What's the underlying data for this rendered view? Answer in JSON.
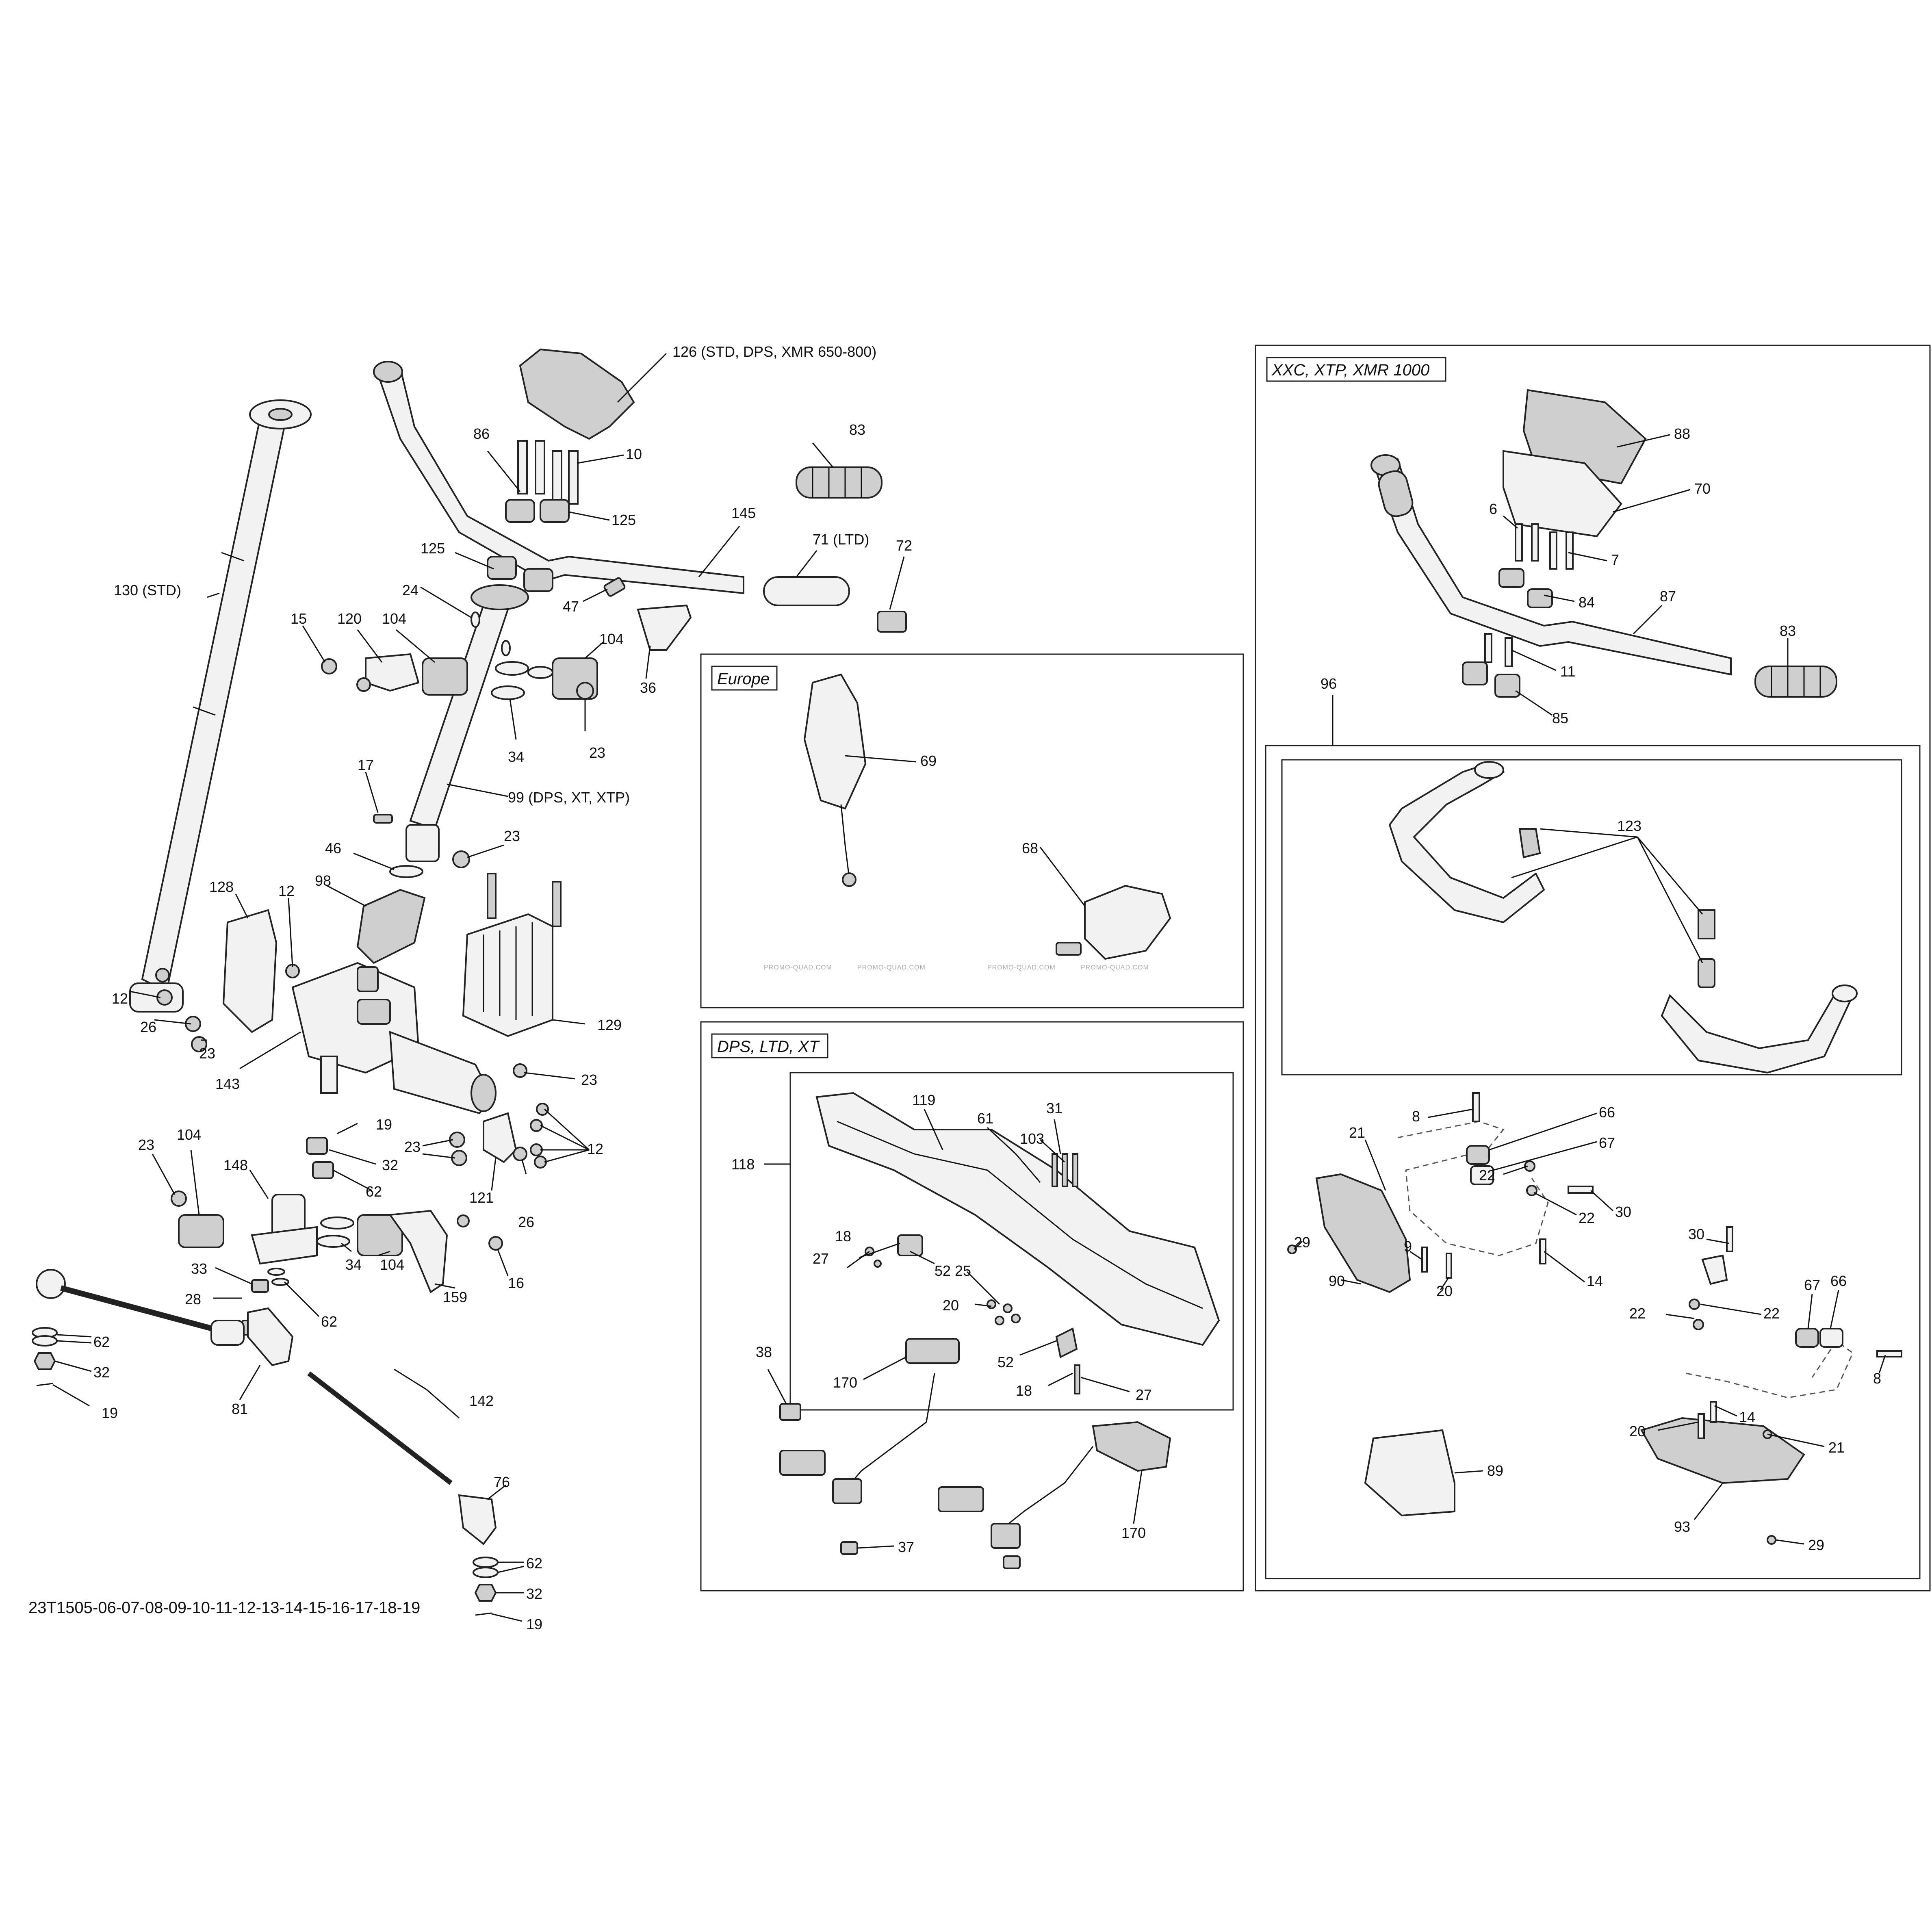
{
  "diagram": {
    "reference_code": "23T1505-06-07-08-09-10-11-12-13-14-15-16-17-18-19",
    "watermark": "PROMO-QUAD.COM",
    "panels": {
      "europe": "Europe",
      "dps_ltd_xt": "DPS, LTD, XT",
      "xxc_xtp_xmr": "XXC, XTP, XMR 1000"
    },
    "callouts": [
      {
        "id": "c126",
        "label": "126 (STD, DPS, XMR 650-800)"
      },
      {
        "id": "c86",
        "label": "86"
      },
      {
        "id": "c10",
        "label": "10"
      },
      {
        "id": "c125a",
        "label": "125"
      },
      {
        "id": "c125b",
        "label": "125"
      },
      {
        "id": "c145",
        "label": "145"
      },
      {
        "id": "c83a",
        "label": "83"
      },
      {
        "id": "c71",
        "label": "71 (LTD)"
      },
      {
        "id": "c72",
        "label": "72"
      },
      {
        "id": "c47",
        "label": "47"
      },
      {
        "id": "c36",
        "label": "36"
      },
      {
        "id": "c130",
        "label": "130 (STD)"
      },
      {
        "id": "c24",
        "label": "24"
      },
      {
        "id": "c15",
        "label": "15"
      },
      {
        "id": "c120",
        "label": "120"
      },
      {
        "id": "c104a",
        "label": "104"
      },
      {
        "id": "c104b",
        "label": "104"
      },
      {
        "id": "c34a",
        "label": "34"
      },
      {
        "id": "c23a",
        "label": "23"
      },
      {
        "id": "c17",
        "label": "17"
      },
      {
        "id": "c99",
        "label": "99 (DPS, XT, XTP)"
      },
      {
        "id": "c46",
        "label": "46"
      },
      {
        "id": "c23b",
        "label": "23"
      },
      {
        "id": "c98",
        "label": "98"
      },
      {
        "id": "c128",
        "label": "128"
      },
      {
        "id": "c12a",
        "label": "12"
      },
      {
        "id": "c12b",
        "label": "12"
      },
      {
        "id": "c26a",
        "label": "26"
      },
      {
        "id": "c23c",
        "label": "23"
      },
      {
        "id": "c143",
        "label": "143"
      },
      {
        "id": "c129",
        "label": "129"
      },
      {
        "id": "c23d",
        "label": "23"
      },
      {
        "id": "c19a",
        "label": "19"
      },
      {
        "id": "c23e",
        "label": "23"
      },
      {
        "id": "c12c",
        "label": "12"
      },
      {
        "id": "c32a",
        "label": "32"
      },
      {
        "id": "c121",
        "label": "121"
      },
      {
        "id": "c26b",
        "label": "26"
      },
      {
        "id": "c23f",
        "label": "23"
      },
      {
        "id": "c104c",
        "label": "104"
      },
      {
        "id": "c148",
        "label": "148"
      },
      {
        "id": "c62a",
        "label": "62"
      },
      {
        "id": "c33",
        "label": "33"
      },
      {
        "id": "c28",
        "label": "28"
      },
      {
        "id": "c34b",
        "label": "34"
      },
      {
        "id": "c104d",
        "label": "104"
      },
      {
        "id": "c16",
        "label": "16"
      },
      {
        "id": "c62b",
        "label": "62"
      },
      {
        "id": "c159",
        "label": "159"
      },
      {
        "id": "c62c",
        "label": "62"
      },
      {
        "id": "c32b",
        "label": "32"
      },
      {
        "id": "c19b",
        "label": "19"
      },
      {
        "id": "c81",
        "label": "81"
      },
      {
        "id": "c142",
        "label": "142"
      },
      {
        "id": "c76",
        "label": "76"
      },
      {
        "id": "c62d",
        "label": "62"
      },
      {
        "id": "c32c",
        "label": "32"
      },
      {
        "id": "c19c",
        "label": "19"
      },
      {
        "id": "c69",
        "label": "69"
      },
      {
        "id": "c68",
        "label": "68"
      },
      {
        "id": "c119",
        "label": "119"
      },
      {
        "id": "c61",
        "label": "61"
      },
      {
        "id": "c31",
        "label": "31"
      },
      {
        "id": "c103",
        "label": "103"
      },
      {
        "id": "c118",
        "label": "118"
      },
      {
        "id": "c18a",
        "label": "18"
      },
      {
        "id": "c27a",
        "label": "27"
      },
      {
        "id": "c52a",
        "label": "52"
      },
      {
        "id": "c25",
        "label": "25"
      },
      {
        "id": "c20a",
        "label": "20"
      },
      {
        "id": "c52b",
        "label": "52"
      },
      {
        "id": "c18b",
        "label": "18"
      },
      {
        "id": "c27b",
        "label": "27"
      },
      {
        "id": "c38",
        "label": "38"
      },
      {
        "id": "c170a",
        "label": "170"
      },
      {
        "id": "c37",
        "label": "37"
      },
      {
        "id": "c170b",
        "label": "170"
      },
      {
        "id": "c88",
        "label": "88"
      },
      {
        "id": "c70",
        "label": "70"
      },
      {
        "id": "c6",
        "label": "6"
      },
      {
        "id": "c7",
        "label": "7"
      },
      {
        "id": "c84",
        "label": "84"
      },
      {
        "id": "c87",
        "label": "87"
      },
      {
        "id": "c11",
        "label": "11"
      },
      {
        "id": "c83b",
        "label": "83"
      },
      {
        "id": "c96",
        "label": "96"
      },
      {
        "id": "c85",
        "label": "85"
      },
      {
        "id": "c123",
        "label": "123"
      },
      {
        "id": "c8a",
        "label": "8"
      },
      {
        "id": "c66a",
        "label": "66"
      },
      {
        "id": "c21a",
        "label": "21"
      },
      {
        "id": "c67a",
        "label": "67"
      },
      {
        "id": "c22a",
        "label": "22"
      },
      {
        "id": "c30a",
        "label": "30"
      },
      {
        "id": "c22b",
        "label": "22"
      },
      {
        "id": "c29a",
        "label": "29"
      },
      {
        "id": "c9",
        "label": "9"
      },
      {
        "id": "c14a",
        "label": "14"
      },
      {
        "id": "c90",
        "label": "90"
      },
      {
        "id": "c20b",
        "label": "20"
      },
      {
        "id": "c30b",
        "label": "30"
      },
      {
        "id": "c67b",
        "label": "67"
      },
      {
        "id": "c66b",
        "label": "66"
      },
      {
        "id": "c22c",
        "label": "22"
      },
      {
        "id": "c22d",
        "label": "22"
      },
      {
        "id": "c8b",
        "label": "8"
      },
      {
        "id": "c14b",
        "label": "14"
      },
      {
        "id": "c20c",
        "label": "20"
      },
      {
        "id": "c21b",
        "label": "21"
      },
      {
        "id": "c89",
        "label": "89"
      },
      {
        "id": "c93",
        "label": "93"
      },
      {
        "id": "c29b",
        "label": "29"
      }
    ]
  }
}
